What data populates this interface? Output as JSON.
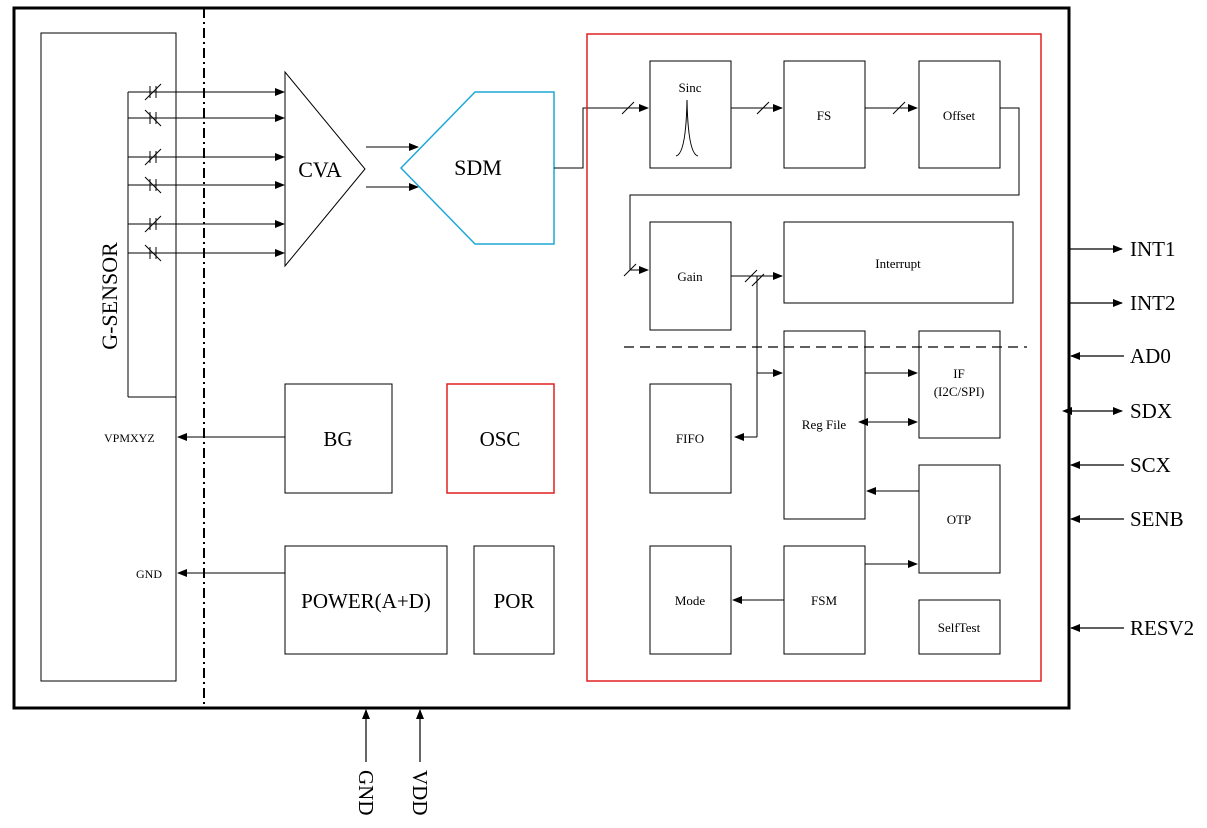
{
  "blocks": {
    "g_sensor": "G-SENSOR",
    "vpmxyz": "VPMXYZ",
    "gnd_inner": "GND",
    "cva": "CVA",
    "sdm": "SDM",
    "bg": "BG",
    "osc": "OSC",
    "power": "POWER(A+D)",
    "por": "POR",
    "sinc": "Sinc",
    "fs": "FS",
    "offset": "Offset",
    "gain": "Gain",
    "interrupt": "Interrupt",
    "fifo": "FIFO",
    "reg_file": "Reg File",
    "if_line1": "IF",
    "if_line2": "(I2C/SPI)",
    "otp": "OTP",
    "mode": "Mode",
    "fsm": "FSM",
    "selftest": "SelfTest"
  },
  "pins": {
    "int1": "INT1",
    "int2": "INT2",
    "ad0": "AD0",
    "sdx": "SDX",
    "scx": "SCX",
    "senb": "SENB",
    "resv2": "RESV2",
    "gnd": "GND",
    "vdd": "VDD"
  },
  "colors": {
    "line": "#000000",
    "sdm_outline": "#1fa8d6",
    "digital_frame": "#e02020",
    "osc_outline": "#e02020"
  }
}
